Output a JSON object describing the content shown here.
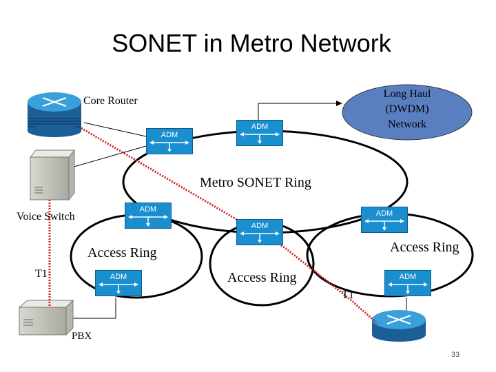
{
  "title": "SONET in Metro Network",
  "labels": {
    "core_router": "Core Router",
    "long_haul": [
      "Long Haul",
      "(DWDM)",
      "Network"
    ],
    "metro_ring": "Metro SONET Ring",
    "voice_switch": "Voice Switch",
    "access_ring_left": "Access Ring",
    "access_ring_center": "Access Ring",
    "access_ring_right": "Access Ring",
    "t1_left": "T1",
    "t1_right": "T1",
    "pbx": "PBX",
    "page_number": "33"
  },
  "adm_label": "ADM",
  "colors": {
    "adm_fill": "#1a8fd0",
    "long_haul_fill": "#5a7fc0",
    "t1_path": "#d0201e",
    "router_fill": "#2f8fcf"
  }
}
